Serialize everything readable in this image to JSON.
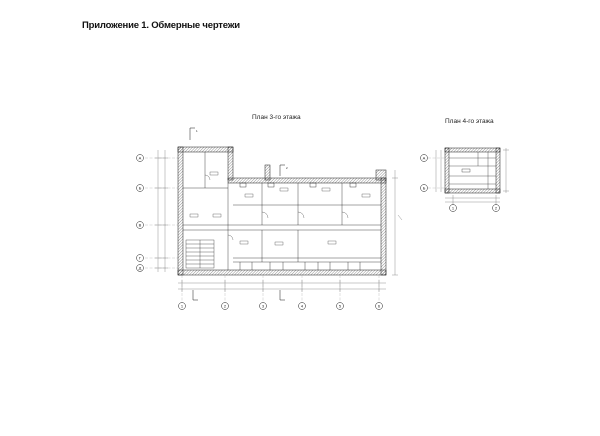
{
  "document": {
    "title": "Приложение 1. Обмерные чертежи"
  },
  "plan3": {
    "title": "План 3-го этажа",
    "axes_rows": [
      "А",
      "Б",
      "В",
      "Г",
      "Д"
    ],
    "axes_cols": [
      "1",
      "2",
      "3",
      "4",
      "5",
      "6"
    ],
    "section_marks": [
      "1",
      "2"
    ]
  },
  "plan4": {
    "title": "План 4-го этажа",
    "axes_rows": [
      "А",
      "Б"
    ],
    "axes_cols": [
      "1",
      "2"
    ]
  },
  "colors": {
    "line": "#1a1a1a",
    "hatch": "#555555",
    "dim": "#777777"
  }
}
